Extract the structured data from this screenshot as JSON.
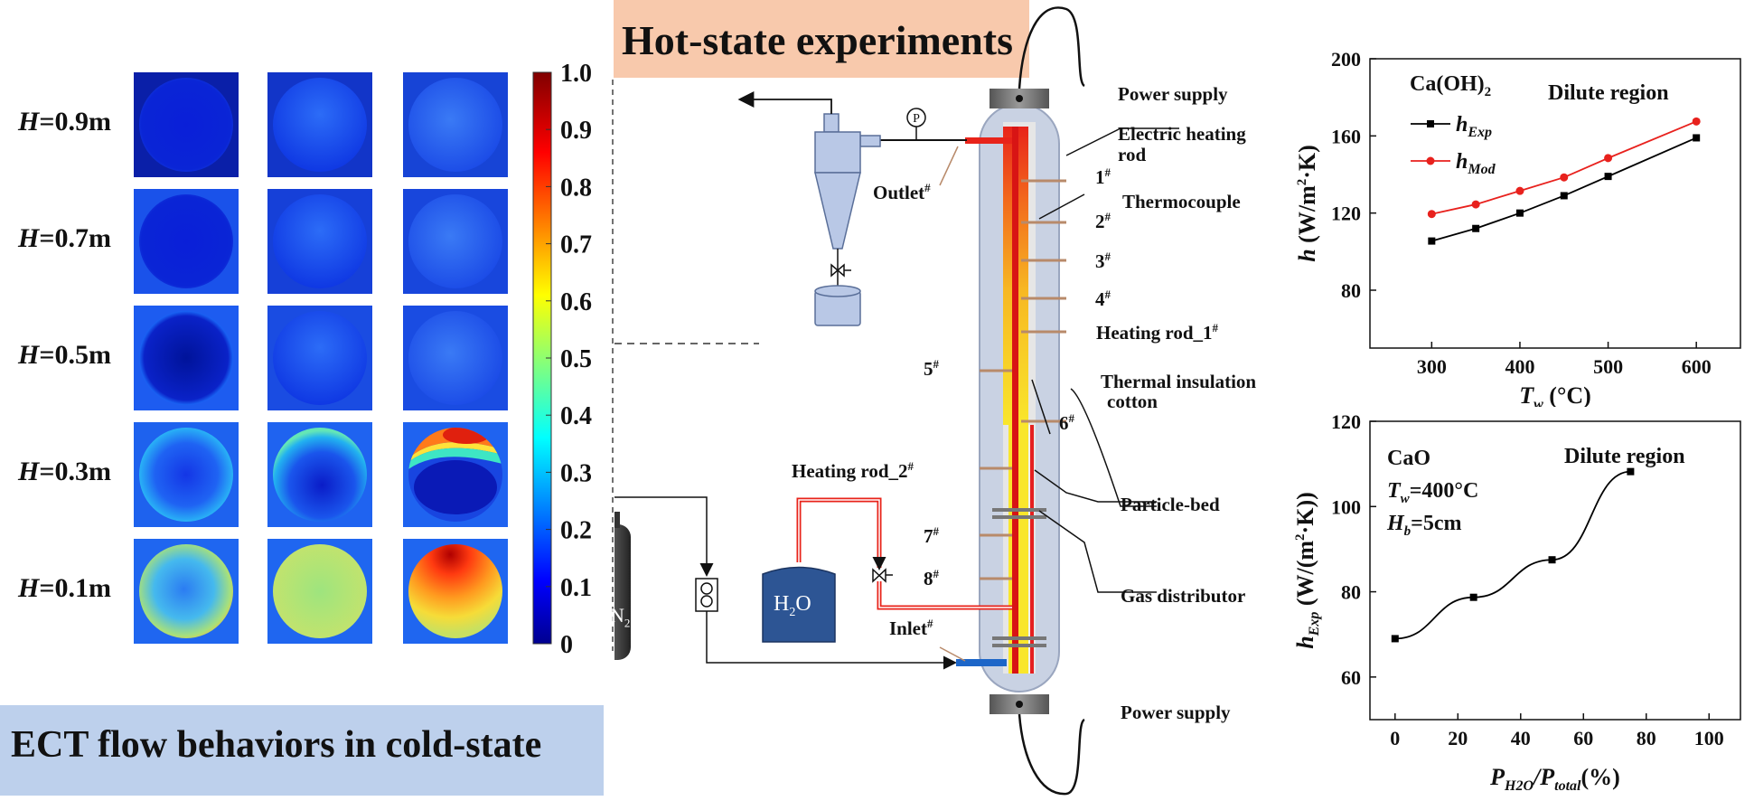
{
  "ect": {
    "title": "ECT flow behaviors in cold-state",
    "rows": [
      {
        "prefix": "H",
        "value": "=0.9m"
      },
      {
        "prefix": "H",
        "value": "=0.7m"
      },
      {
        "prefix": "H",
        "value": "=0.5m"
      },
      {
        "prefix": "H",
        "value": "=0.3m"
      },
      {
        "prefix": "H",
        "value": "=0.1m"
      }
    ],
    "colorbar_ticks": [
      "1.0",
      "0.9",
      "0.8",
      "0.7",
      "0.6",
      "0.5",
      "0.4",
      "0.3",
      "0.2",
      "0.1",
      "0"
    ]
  },
  "hot": {
    "title": "Hot-state experiments",
    "labels": {
      "power_supply_top": "Power supply",
      "electric_heating_rod_1": "Electric heating",
      "electric_heating_rod_2": "rod",
      "thermocouple": "Thermocouple",
      "heating_rod_1": "Heating rod_1",
      "thermal_insulation_1": "Thermal insulation",
      "thermal_insulation_2": "cotton",
      "particle_bed": "Particle-bed",
      "gas_distributor": "Gas distributor",
      "power_supply_bottom": "Power supply",
      "outlet": "Outlet",
      "heating_rod_2": "Heating rod_2",
      "inlet": "Inlet",
      "n2": "N",
      "n2_sub": "2",
      "h2o": "H",
      "h2o_sub": "2",
      "h2o_end": "O",
      "pressure": "P",
      "sup": "#"
    },
    "ports": [
      "1",
      "2",
      "3",
      "4",
      "5",
      "6",
      "7",
      "8"
    ]
  },
  "chart_data": [
    {
      "type": "line",
      "x": [
        300,
        350,
        400,
        450,
        500,
        600
      ],
      "series": [
        {
          "name": "h_Exp",
          "color": "#000000",
          "values": [
            105.5,
            112,
            120,
            129,
            139,
            159
          ]
        },
        {
          "name": "h_Mod",
          "color": "#e8211d",
          "values": [
            119.5,
            124.5,
            131.5,
            138.5,
            148.5,
            167.5
          ]
        }
      ],
      "xlim": [
        230,
        650
      ],
      "ylim": [
        50,
        200
      ],
      "xticks": [
        "300",
        "400",
        "500",
        "600"
      ],
      "yticks": [
        "80",
        "120",
        "160",
        "200"
      ],
      "xlabel": {
        "main": "T",
        "sub": "w",
        "unit": " (°C)"
      },
      "ylabel": {
        "main": "h",
        "unit": " (W/m",
        "sup": "2",
        "unit2": "·K)"
      },
      "annotations": {
        "compound": "Ca(OH)",
        "compound_sub": "2",
        "region": "Dilute region"
      },
      "legend": [
        {
          "main": "h",
          "sub": "Exp"
        },
        {
          "main": "h",
          "sub": "Mod"
        }
      ]
    },
    {
      "type": "line",
      "x": [
        0,
        25,
        50,
        75
      ],
      "series": [
        {
          "name": "h_Exp",
          "color": "#000000",
          "values": [
            69,
            78.7,
            87.5,
            108.2
          ]
        }
      ],
      "xlim": [
        -8,
        110
      ],
      "ylim": [
        50,
        120
      ],
      "xticks": [
        "0",
        "20",
        "40",
        "60",
        "80",
        "100"
      ],
      "yticks": [
        "60",
        "80",
        "100",
        "120"
      ],
      "xlabel": {
        "main": "P",
        "sub": "H2O",
        "mid": "/P",
        "sub2": "total",
        "unit": "(%)"
      },
      "ylabel": {
        "main": "h",
        "sub": "Exp",
        "unit": " (W/(m",
        "sup": "2",
        "unit2": "·K))"
      },
      "annotations": {
        "compound": "CaO",
        "tw_main": "T",
        "tw_sub": "w",
        "tw_val": "=400°C",
        "hb_main": "H",
        "hb_sub": "b",
        "hb_val": "=5cm",
        "region": "Dilute region"
      }
    }
  ]
}
